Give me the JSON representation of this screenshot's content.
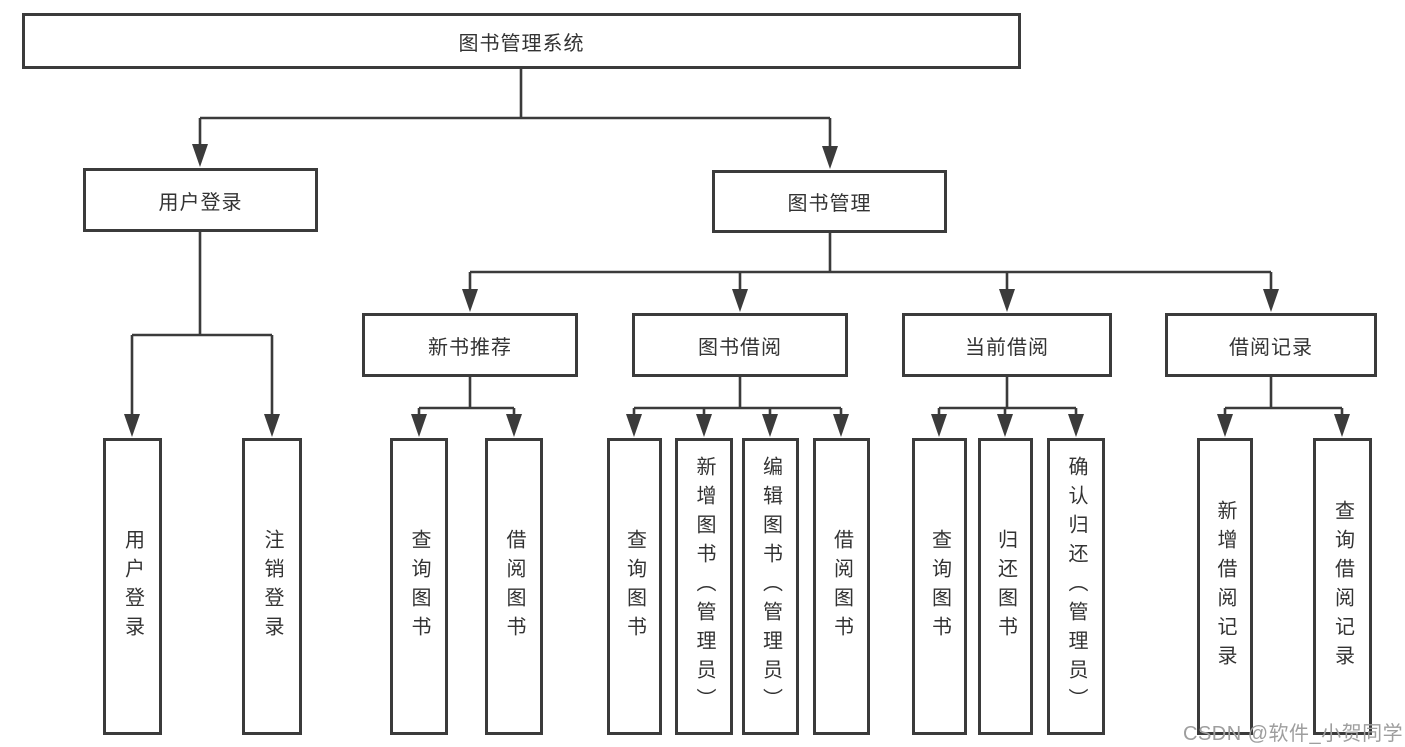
{
  "diagram": {
    "root": {
      "label": "图书管理系统"
    },
    "level2": [
      {
        "id": "user-login",
        "label": "用户登录"
      },
      {
        "id": "book-management",
        "label": "图书管理"
      }
    ],
    "level3": [
      {
        "id": "new-book-recommendation",
        "label": "新书推荐",
        "parent": "图书管理"
      },
      {
        "id": "book-borrowing",
        "label": "图书借阅",
        "parent": "图书管理"
      },
      {
        "id": "current-borrowing",
        "label": "当前借阅",
        "parent": "图书管理"
      },
      {
        "id": "borrowing-records",
        "label": "借阅记录",
        "parent": "图书管理"
      }
    ],
    "leaves": [
      {
        "label": "用户登录",
        "parent": "用户登录"
      },
      {
        "label": "注销登录",
        "parent": "用户登录"
      },
      {
        "label": "查询图书",
        "parent": "新书推荐"
      },
      {
        "label": "借阅图书",
        "parent": "新书推荐"
      },
      {
        "label": "查询图书",
        "parent": "图书借阅"
      },
      {
        "label": "新增图书（管理员）",
        "parent": "图书借阅"
      },
      {
        "label": "编辑图书（管理员）",
        "parent": "图书借阅"
      },
      {
        "label": "借阅图书",
        "parent": "图书借阅"
      },
      {
        "label": "查询图书",
        "parent": "当前借阅"
      },
      {
        "label": "归还图书",
        "parent": "当前借阅"
      },
      {
        "label": "确认归还（管理员）",
        "parent": "当前借阅"
      },
      {
        "label": "新增借阅记录",
        "parent": "借阅记录"
      },
      {
        "label": "查询借阅记录",
        "parent": "借阅记录"
      }
    ]
  },
  "watermark": {
    "text": "CSDN @软件_小贺同学"
  },
  "colors": {
    "line": "#3b3b3b",
    "box_border": "#3b3b3b",
    "text": "#333333",
    "watermark": "#9e9e9e",
    "background": "#ffffff"
  }
}
